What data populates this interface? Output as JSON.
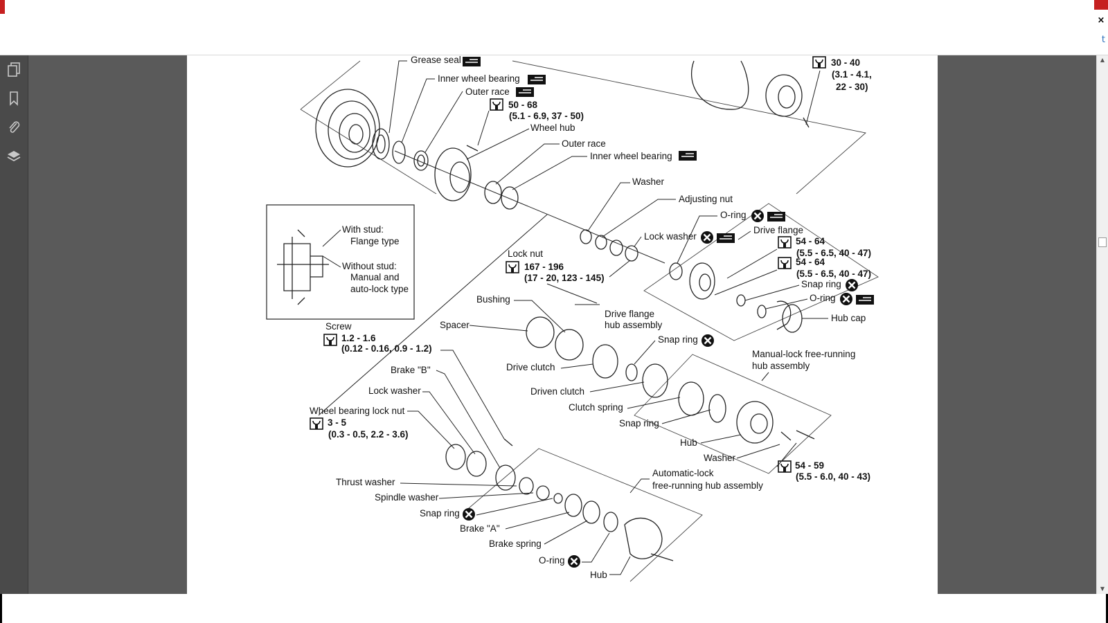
{
  "window": {
    "close_glyph": "×",
    "edge_letter": "t"
  },
  "sidebar": {
    "icons": [
      "pages-icon",
      "bookmark-icon",
      "attachment-icon",
      "layers-icon"
    ]
  },
  "scrollbar": {
    "up_glyph": "▲",
    "down_glyph": "▼"
  },
  "diagram": {
    "labels": {
      "grease_seal": "Grease seal",
      "inner_wheel_bearing_1": "Inner wheel bearing",
      "outer_race_1": "Outer race",
      "torque_50_68": "50 - 68",
      "torque_50_68_sub": "(5.1 - 6.9, 37 - 50)",
      "wheel_hub": "Wheel hub",
      "outer_race_2": "Outer race",
      "inner_wheel_bearing_2": "Inner wheel bearing",
      "torque_30_40": "30 - 40",
      "torque_30_40_sub1": "(3.1 - 4.1,",
      "torque_30_40_sub2": "22 - 30)",
      "washer_1": "Washer",
      "adjusting_nut": "Adjusting nut",
      "o_ring_1": "O-ring",
      "drive_flange": "Drive flange",
      "lock_washer_1": "Lock washer",
      "torque_54_64_a": "54 - 64",
      "torque_54_64_a_sub": "(5.5 - 6.5, 40 - 47)",
      "torque_54_64_b": "54 - 64",
      "torque_54_64_b_sub": "(5.5 - 6.5, 40 - 47)",
      "snap_ring_1": "Snap ring",
      "o_ring_2": "O-ring",
      "hub_cap": "Hub cap",
      "inset_with_stud": "With stud:",
      "inset_flange_type": "Flange type",
      "inset_without_stud": "Without stud:",
      "inset_manual_and": "Manual and",
      "inset_auto_lock": "auto-lock type",
      "lock_nut": "Lock nut",
      "torque_167_196": "167 - 196",
      "torque_167_196_sub": "(17 - 20, 123 - 145)",
      "bushing": "Bushing",
      "drive_flange_hub_1": "Drive flange",
      "drive_flange_hub_2": "hub assembly",
      "screw": "Screw",
      "torque_1_2_1_6": "1.2 - 1.6",
      "torque_1_2_1_6_sub": "(0.12 - 0.16, 0.9 - 1.2)",
      "spacer": "Spacer",
      "snap_ring_2": "Snap ring",
      "drive_clutch": "Drive clutch",
      "manual_lock_1": "Manual-lock free-running",
      "manual_lock_2": "hub assembly",
      "brake_b": "Brake \"B\"",
      "lock_washer_2": "Lock washer",
      "driven_clutch": "Driven clutch",
      "clutch_spring": "Clutch spring",
      "wheel_bearing_lock_nut": "Wheel bearing lock nut",
      "torque_3_5": "3 - 5",
      "torque_3_5_sub": "(0.3 - 0.5, 2.2 - 3.6)",
      "snap_ring_3": "Snap ring",
      "hub_1": "Hub",
      "washer_2": "Washer",
      "torque_54_59": "54 - 59",
      "torque_54_59_sub": "(5.5 - 6.0, 40 - 43)",
      "automatic_lock_1": "Automatic-lock",
      "automatic_lock_2": "free-running hub assembly",
      "thrust_washer": "Thrust washer",
      "spindle_washer": "Spindle washer",
      "snap_ring_4": "Snap ring",
      "brake_a": "Brake \"A\"",
      "brake_spring": "Brake spring",
      "o_ring_3": "O-ring",
      "hub_2": "Hub"
    }
  }
}
